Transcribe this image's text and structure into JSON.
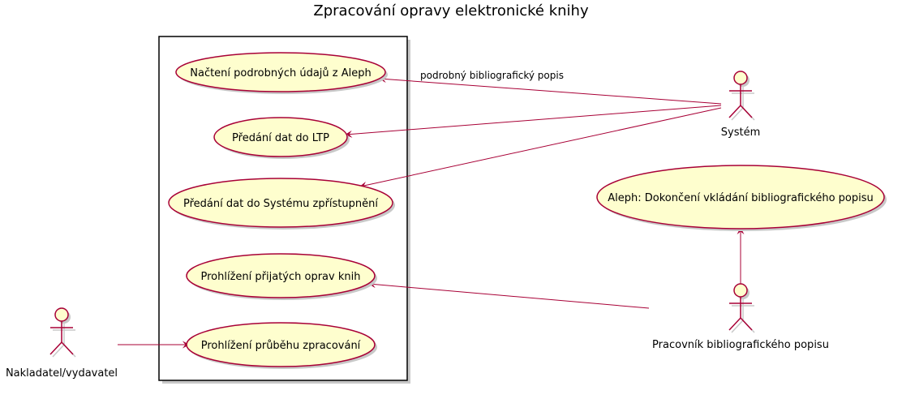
{
  "title": "Zpracování opravy elektronické knihy",
  "colors": {
    "usecase_fill": "#FEFECE",
    "stroke": "#A80036",
    "boundary_stroke": "#000000",
    "shadow": "#C8C8C8"
  },
  "use_cases": [
    {
      "id": "uc1",
      "label": "Načtení podrobných údajů z Aleph"
    },
    {
      "id": "uc2",
      "label": "Předání dat do LTP"
    },
    {
      "id": "uc3",
      "label": "Předání dat do Systému zpřístupnění"
    },
    {
      "id": "uc4",
      "label": "Prohlížení přijatých oprav knih"
    },
    {
      "id": "uc5",
      "label": "Prohlížení průběhu zpracování"
    },
    {
      "id": "uc6",
      "label": "Aleph: Dokončení vkládání bibliografického popisu"
    }
  ],
  "actors": [
    {
      "id": "system",
      "label": "Systém",
      "icon": "actor-stick-figure"
    },
    {
      "id": "cataloguer",
      "label": "Pracovník bibliografického popisu",
      "icon": "actor-stick-figure"
    },
    {
      "id": "publisher",
      "label": "Nakladatel/vydavatel",
      "icon": "actor-stick-figure"
    }
  ],
  "edges": [
    {
      "from": "system",
      "to": "uc1",
      "label": "podrobný bibliografický popis"
    },
    {
      "from": "system",
      "to": "uc2",
      "label": ""
    },
    {
      "from": "system",
      "to": "uc3",
      "label": ""
    },
    {
      "from": "cataloguer",
      "to": "uc4",
      "label": ""
    },
    {
      "from": "cataloguer",
      "to": "uc6",
      "label": ""
    },
    {
      "from": "publisher",
      "to": "uc5",
      "label": ""
    }
  ]
}
